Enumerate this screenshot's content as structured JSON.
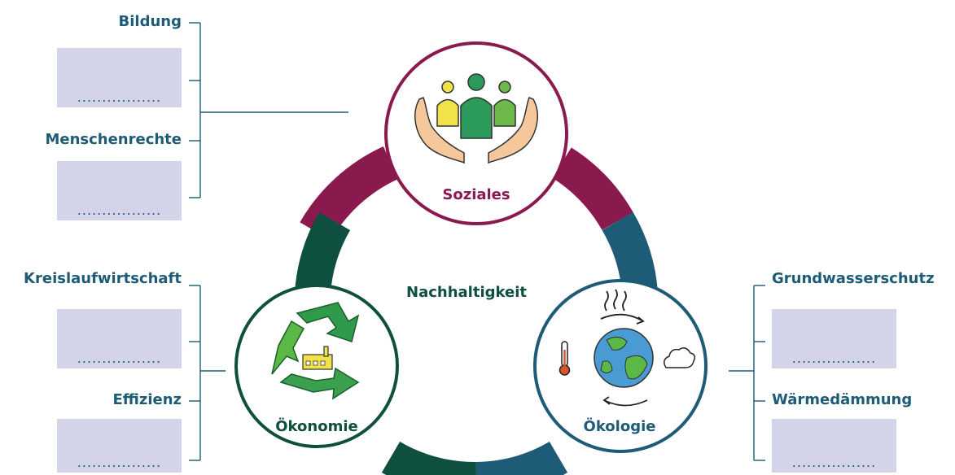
{
  "center_label": "Nachhaltigkeit",
  "pillars": {
    "soziales": {
      "label": "Soziales",
      "color": "#8a1a4e"
    },
    "oekonomie": {
      "label": "Ökonomie",
      "color": "#0e4f3f"
    },
    "oekologie": {
      "label": "Ökologie",
      "color": "#1d5b77"
    }
  },
  "left_top": {
    "items": [
      {
        "title": "Bildung",
        "blank": "................."
      },
      {
        "title": "Menschenrechte",
        "blank": "................."
      }
    ]
  },
  "left_bottom": {
    "items": [
      {
        "title": "Kreislaufwirtschaft",
        "blank": "................."
      },
      {
        "title": "Effizienz",
        "blank": "................."
      }
    ]
  },
  "right": {
    "items": [
      {
        "title": "Grundwasserschutz",
        "blank": "................."
      },
      {
        "title": "Wärmedämmung",
        "blank": "................."
      }
    ]
  },
  "colors": {
    "text_blue": "#1d5b77",
    "box_fill": "#d3d3ea",
    "maroon": "#8a1a4e",
    "dark_green": "#0e4f3f",
    "teal": "#1d5b77"
  }
}
